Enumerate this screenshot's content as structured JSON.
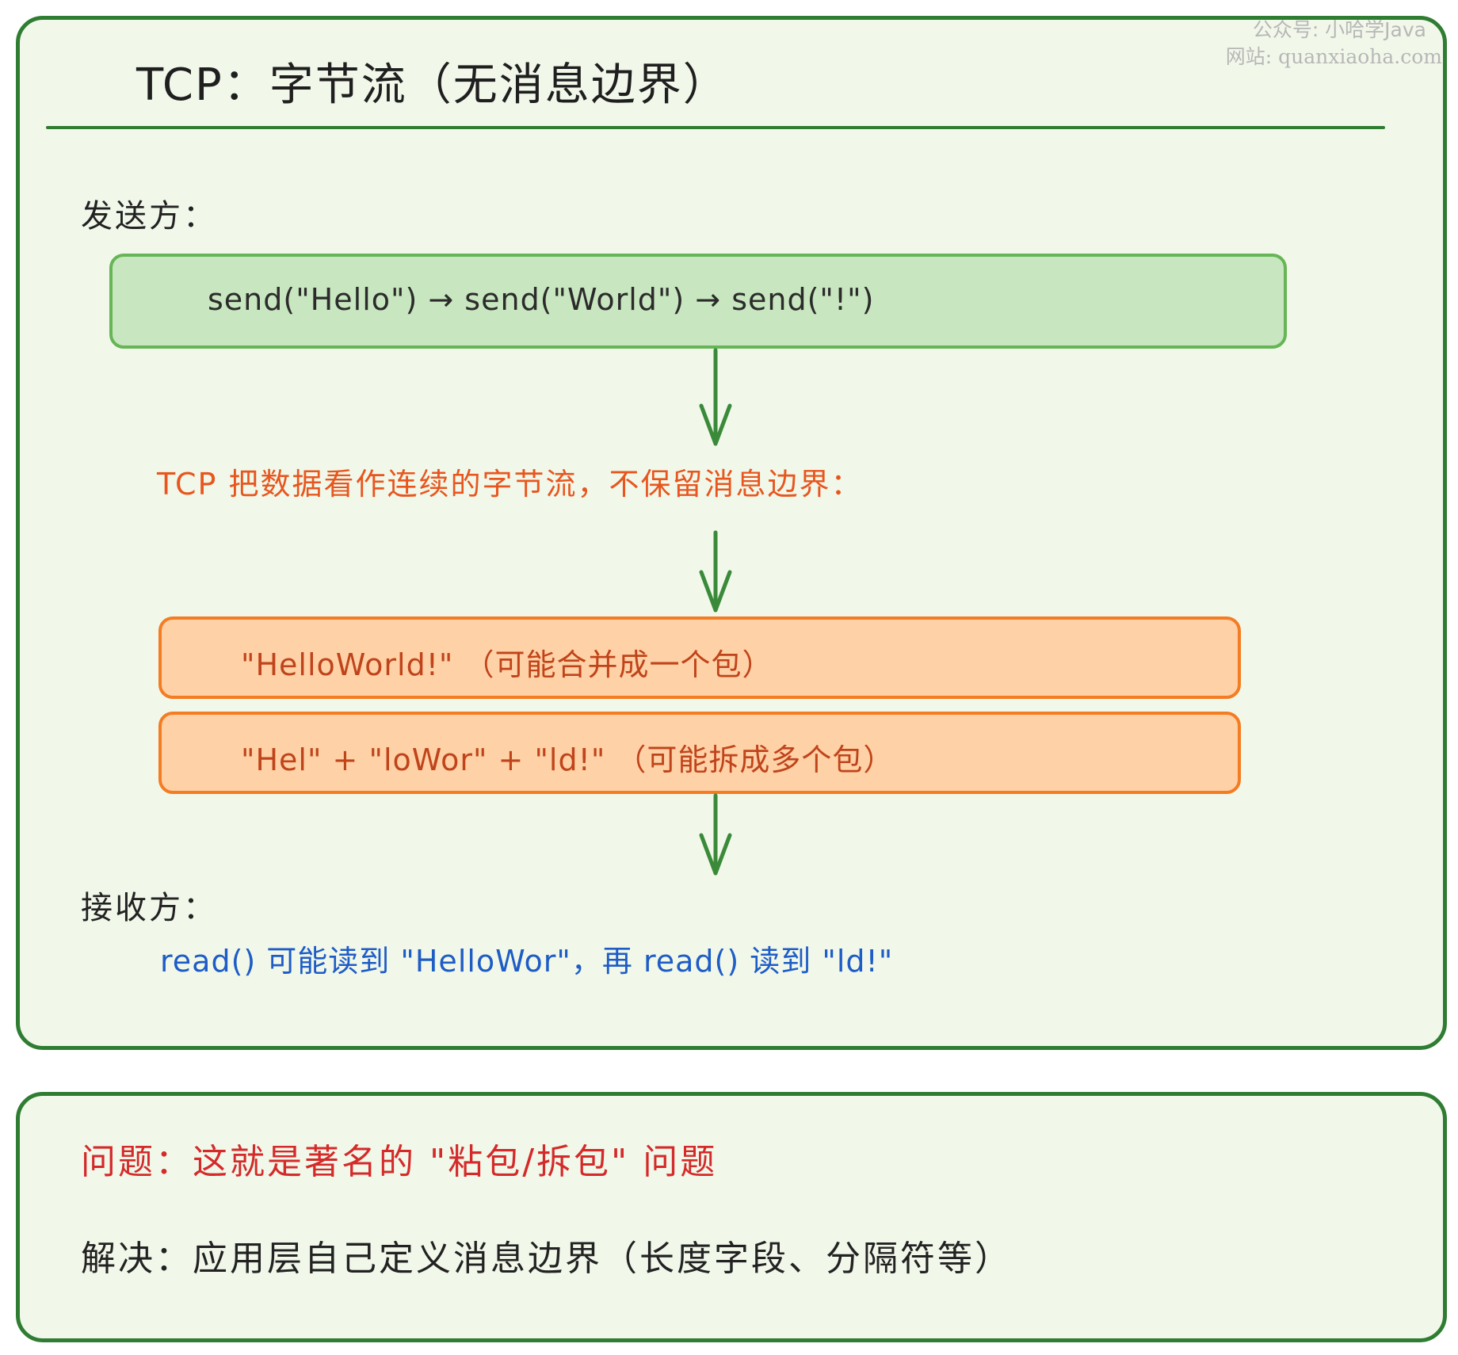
{
  "watermark": {
    "line1": "公众号: 小哈学Java",
    "line2": "网站: quanxiaoha.com"
  },
  "title": "TCP：字节流（无消息边界）",
  "sender": {
    "label": "发送方：",
    "calls": "send(\"Hello\") → send(\"World\") → send(\"!\")"
  },
  "tcp_note": "TCP 把数据看作连续的字节流，不保留消息边界：",
  "possibilities": {
    "merged": "\"HelloWorld!\"   （可能合并成一个包）",
    "split": "\"Hel\" + \"loWor\" + \"ld!\"   （可能拆成多个包）"
  },
  "receiver": {
    "label": "接收方：",
    "description": "read() 可能读到 \"HelloWor\"，再 read() 读到 \"ld!\""
  },
  "summary": {
    "problem": "问题：这就是著名的 \"粘包/拆包\" 问题",
    "solution": "解决：应用层自己定义消息边界（长度字段、分隔符等）"
  },
  "colors": {
    "panel_border": "#2f7d32",
    "panel_fill": "#f1f8ea",
    "send_box_fill": "#c8e6bf",
    "send_box_border": "#66b556",
    "packet_box_fill": "#ffd1a6",
    "packet_box_border": "#f47c22",
    "note_text": "#e8561e",
    "receiver_text": "#1e5cc6",
    "problem_text": "#d42a2a",
    "arrow": "#3a8a3a"
  }
}
